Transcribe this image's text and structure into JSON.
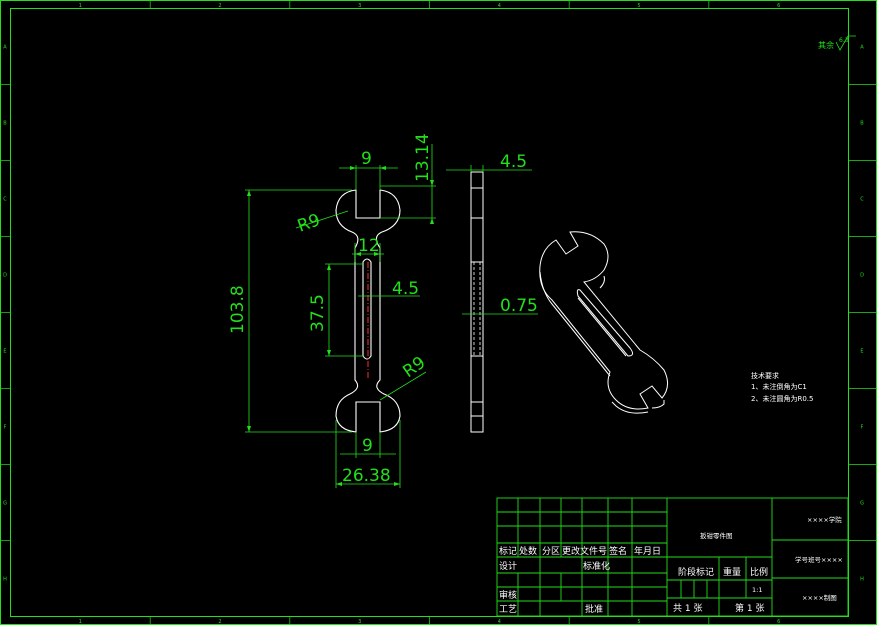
{
  "border": {
    "columns": [
      "1",
      "2",
      "3",
      "4",
      "5",
      "6"
    ],
    "rows": [
      "A",
      "B",
      "C",
      "D",
      "E",
      "F",
      "G",
      "H"
    ]
  },
  "roughness": "其余",
  "roughness_symbol": "6.3",
  "dimensions": {
    "top_slot_width": "9",
    "top_slot_depth": "13.14",
    "top_radius": "R9",
    "handle_width": "12",
    "overall_length": "103.8",
    "slot_length": "37.5",
    "slot_width": "4.5",
    "bottom_radius": "R9",
    "bottom_slot_width": "9",
    "overall_width": "26.38",
    "thickness": "4.5",
    "relief_depth": "0.75"
  },
  "notes": {
    "title": "技术要求",
    "items": [
      "1、未注倒角为C1",
      "2、未注圆角为R0.5"
    ]
  },
  "title_block": {
    "part_name": "扳钳零件图",
    "school": "××××学院",
    "student": "学号班号××××",
    "signature": "××××制图",
    "headers": [
      "标记",
      "处数",
      "分区",
      "更改文件号",
      "签名",
      "年月日"
    ],
    "design": "设计",
    "standardize": "标准化",
    "review": "审核",
    "process": "工艺",
    "approve": "批准",
    "stage_label": "阶段标记",
    "weight_label": "重量",
    "scale_label": "比例",
    "scale_value": "1:1",
    "total_sheets": "共 1  张",
    "sheet_no": "第 1  张"
  }
}
